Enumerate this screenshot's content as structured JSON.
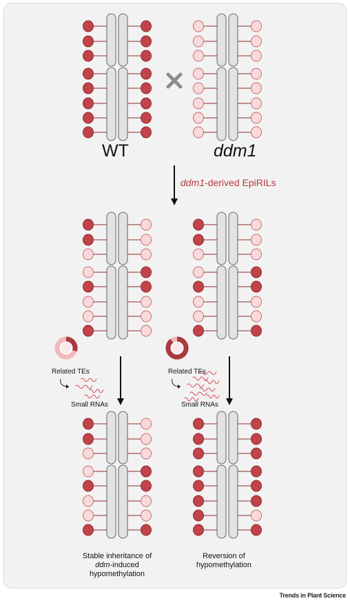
{
  "labels": {
    "wt": "WT",
    "ddm1": "ddm1",
    "epiril_italic": "ddm1",
    "epiril_rest": "-derived EpiRILs",
    "related_tes": "Related TEs",
    "small_rnas": "Small RNAs",
    "caption_left_line1": "Stable inheritance of",
    "caption_left_line2_italic": "ddm",
    "caption_left_line2_rest": "-induced",
    "caption_left_line3": "hypomethylation",
    "caption_right_line1": "Reversion of",
    "caption_right_line2": "hypomethylation",
    "footer": "Trends in Plant Science"
  },
  "colors": {
    "methylated": "#c0444a",
    "unmethylated": "#f8dadb",
    "stroke": "#8e2a2f",
    "chromosome": "#e2e2e2",
    "chromosome_stroke": "#6e6e6e",
    "cross": "#8c8c8c",
    "small_rna": "#d9646a",
    "te_ring_dark": "#a93a40",
    "te_ring_light": "#f2b8ba"
  },
  "loci_states": {
    "description_key": "per locus left/right methylation, M = methylated, U = unmethylated, top to bottom",
    "wt": {
      "left": "MMMMMMMM",
      "right": "MMMMMMMM"
    },
    "ddm1": {
      "left": "UUUUUUUU",
      "right": "UUUUUUUU"
    },
    "epiril_a": {
      "left": "MMUUMUUM",
      "right": "UUUMMUUU"
    },
    "epiril_b": {
      "left": "MMUUMUUM",
      "right": "UUUMMUUM"
    },
    "stable": {
      "left": "MMUUMUUM",
      "right": "UUUMMUUM"
    },
    "reversion": {
      "left": "MMMMMMMM",
      "right": "MMMMMMUM"
    }
  },
  "te_rings": {
    "left": {
      "methylated_fraction": 0.3
    },
    "right": {
      "methylated_fraction": 0.9
    }
  }
}
